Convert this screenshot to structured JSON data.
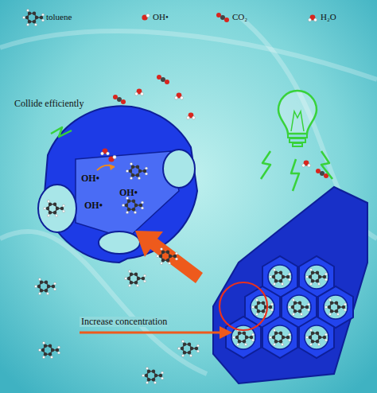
{
  "diagram": {
    "labels": [
      "Collide efficiently",
      "OH•",
      "OH•",
      "OH•",
      "Increase concentration"
    ],
    "legend": [
      {
        "text": "toluene"
      },
      {
        "text": "OH•"
      },
      {
        "text": "CO₂"
      },
      {
        "text": "H₂O"
      }
    ]
  }
}
